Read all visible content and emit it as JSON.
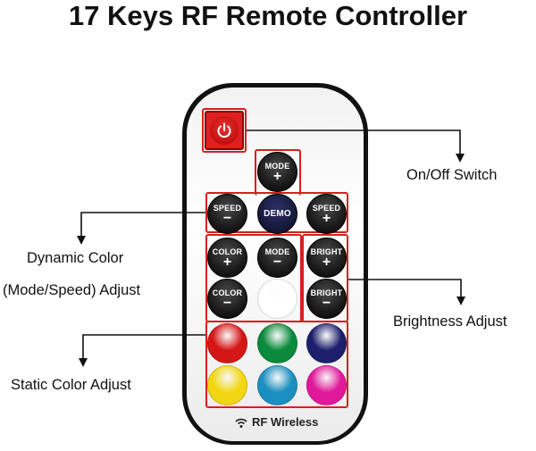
{
  "title": "17 Keys RF Remote Controller",
  "annotations": {
    "on_off": "On/Off Switch",
    "dynamic_line1": "Dynamic Color",
    "dynamic_line2": "(Mode/Speed) Adjust",
    "brightness": "Brightness Adjust",
    "static": "Static Color Adjust"
  },
  "keys": {
    "mode_up": {
      "label": "MODE",
      "symbol": "+"
    },
    "speed_down": {
      "label": "SPEED",
      "symbol": "−"
    },
    "demo": {
      "label": "DEMO"
    },
    "speed_up": {
      "label": "SPEED",
      "symbol": "+"
    },
    "color_up": {
      "label": "COLOR",
      "symbol": "+"
    },
    "mode_down": {
      "label": "MODE",
      "symbol": "−"
    },
    "bright_up": {
      "label": "BRIGHT",
      "symbol": "+"
    },
    "color_down": {
      "label": "COLOR",
      "symbol": "−"
    },
    "bright_down": {
      "label": "BRIGHT",
      "symbol": "−"
    }
  },
  "color_keys": [
    "#ffffff",
    "#d41616",
    "#0a8a3c",
    "#1c1f6b",
    "#f2d612",
    "#1a8fc0",
    "#e0199a"
  ],
  "colors": {
    "highlight": "#d81f1f",
    "power": "#e02020"
  },
  "wireless_label": "RF Wireless",
  "icons": {
    "power": "power-icon",
    "wireless": "wifi-icon"
  }
}
